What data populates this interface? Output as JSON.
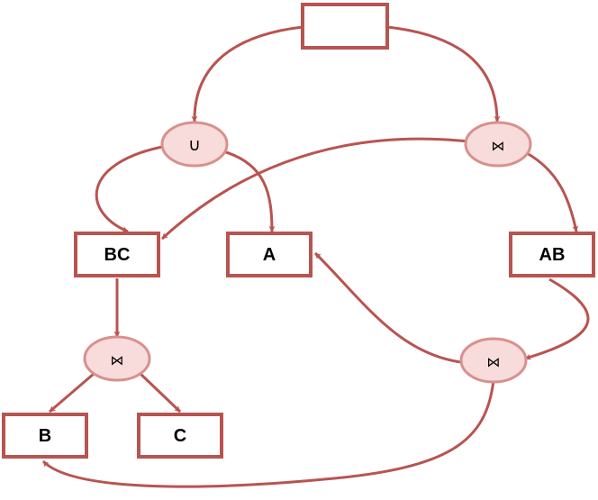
{
  "colors": {
    "box_stroke": "#b85450",
    "op_fill": "#f8dcdc",
    "op_stroke": "#d9908d",
    "edge": "#b85450"
  },
  "nodes": {
    "root": "",
    "union_op": "∪",
    "join_top_right": "⋈",
    "bc": "BC",
    "a": "A",
    "ab": "AB",
    "join_bc": "⋈",
    "join_ab": "⋈",
    "b": "B",
    "c": "C"
  }
}
